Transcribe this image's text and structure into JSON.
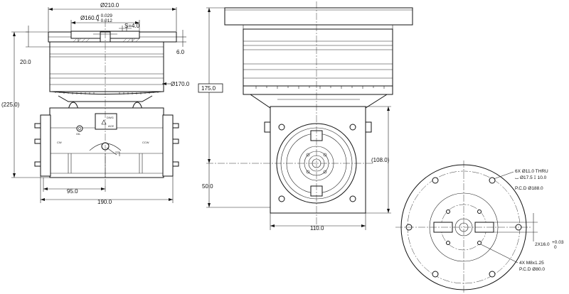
{
  "front_view": {
    "dia_210": "Ø210.0",
    "dia_160": "Ø160.0",
    "dia_160_tol_upper": "+ 0.029",
    "dia_160_tol_lower": "+ 0.012",
    "s_label": "S=4.0",
    "dim_6": "6.0",
    "dim_20": "20.0",
    "dia_170": "Ø170.0",
    "dim_225": "(225.0)",
    "dim_95": "95.0",
    "dim_190": "190.0",
    "label_cw": "CW",
    "label_ccw": "CCW",
    "label_oil": "OIL",
    "label_dwg": "DWG",
    "label_ace": "ACE"
  },
  "side_view": {
    "dim_175": "175.0",
    "dim_108": "(108.0)",
    "dim_50": "50.0",
    "dim_110": "110.0"
  },
  "bottom_view": {
    "holes_line1": "6X Ø11.0 THRU",
    "holes_line2": "⌴ Ø17.5 ↧ 10.0",
    "pcd_188": "P.C.D Ø188.0",
    "slot": "2X16.0",
    "slot_tol_upper": "+0.03",
    "slot_tol_lower": "0",
    "tap_line1": "4X M8x1.25",
    "tap_line2": "P.C.D Ø80.0"
  }
}
